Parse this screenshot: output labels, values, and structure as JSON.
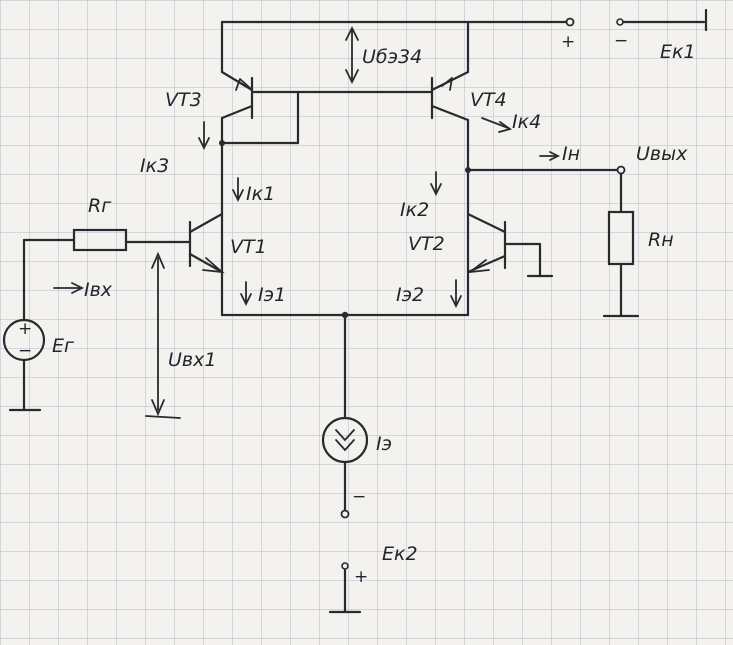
{
  "labels": {
    "ek1": "Eк1",
    "ek2": "Eк2",
    "vt1": "VT1",
    "vt2": "VT2",
    "vt3": "VT3",
    "vt4": "VT4",
    "rg": "Rг",
    "rn": "Rн",
    "eg": "Eг",
    "ie": "Iэ",
    "ik1": "Iк1",
    "ik2": "Iк2",
    "ik3": "Iк3",
    "ik4": "Iк4",
    "ie1": "Iэ1",
    "ie2": "Iэ2",
    "in": "Iн",
    "ivx": "Iвх",
    "uvx1": "Uвх1",
    "uvyx": "Uвых",
    "ube34": "Uбэ34"
  },
  "signs": {
    "plus": "+",
    "minus": "−"
  }
}
